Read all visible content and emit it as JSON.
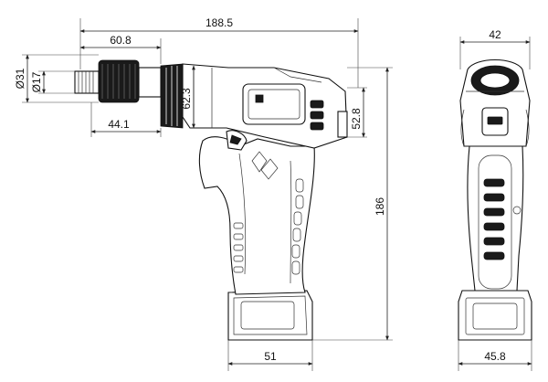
{
  "dimensions": {
    "total_length": "188.5",
    "chuck_length": "60.8",
    "chuck_diameter_outer": "Ø31",
    "chuck_diameter_inner": "Ø17",
    "chuck_body_length": "44.1",
    "head_height": "62.3",
    "rear_height": "52.8",
    "total_height": "186",
    "base_width_side": "51",
    "top_width_front": "42",
    "base_width_front": "45.8"
  }
}
